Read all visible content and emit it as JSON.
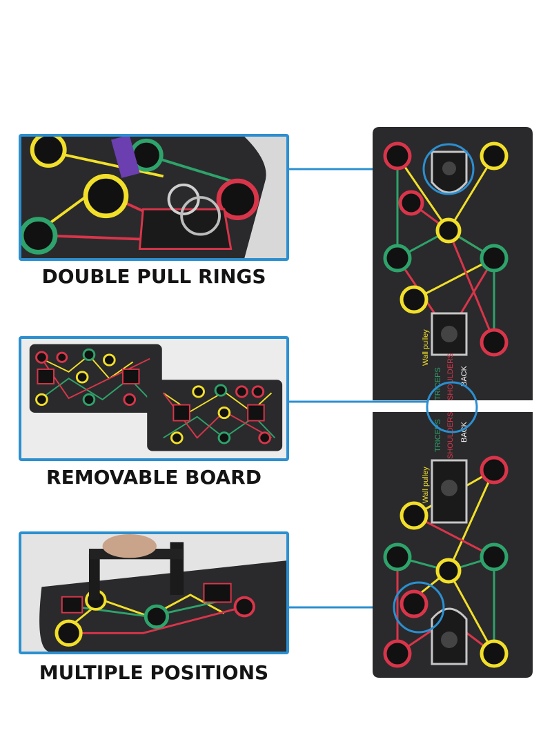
{
  "captions": {
    "pull_rings": "DOUBLE PULL RINGS",
    "removable": "REMOVABLE BOARD",
    "positions": "MULTIPLE POSITIONS"
  },
  "board_labels": {
    "wall_pulley": "Wall pulley",
    "triceps": "TRICEPS",
    "shoulders": "SHOULDERS",
    "back": "BACK"
  },
  "colors": {
    "frame": "#2b8fd0",
    "board": "#2a2a2c",
    "red": "#d9354a",
    "yellow": "#f2df2a",
    "green": "#2ea36b",
    "purple": "#6b3fb0"
  }
}
